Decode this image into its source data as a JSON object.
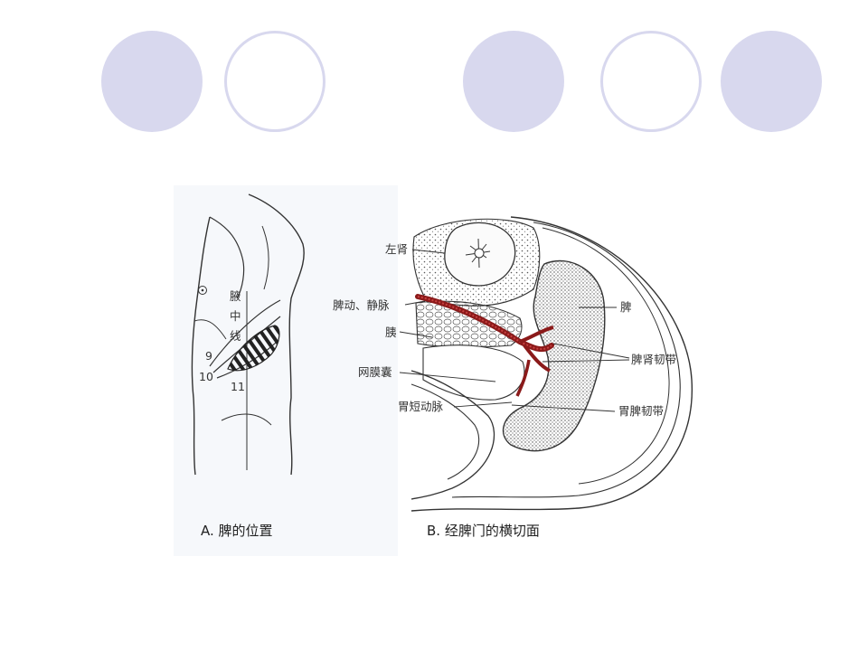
{
  "slide": {
    "decorative_circles": [
      {
        "style": "filled"
      },
      {
        "style": "ring"
      },
      {
        "style": "filled"
      },
      {
        "style": "ring"
      },
      {
        "style": "filled"
      }
    ],
    "colors": {
      "circle_fill": "#d8d8ee",
      "vessel": "#8b1a1a"
    }
  },
  "figure_a": {
    "caption": "A. 脾的位置",
    "midline_label_chars": [
      "腋",
      "中",
      "线"
    ],
    "rib_numbers": [
      "9",
      "10",
      "11"
    ]
  },
  "figure_b": {
    "caption": "B. 经脾门的横切面",
    "labels": {
      "left_kidney": "左肾",
      "splenic_vessels": "脾动、静脉",
      "pancreas": "胰",
      "omental_bursa": "网膜囊",
      "short_gastric_artery": "胃短动脉",
      "spleen": "脾",
      "splenorenal_ligament": "脾肾韧带",
      "gastrosplenic_ligament": "胃脾韧带"
    }
  }
}
